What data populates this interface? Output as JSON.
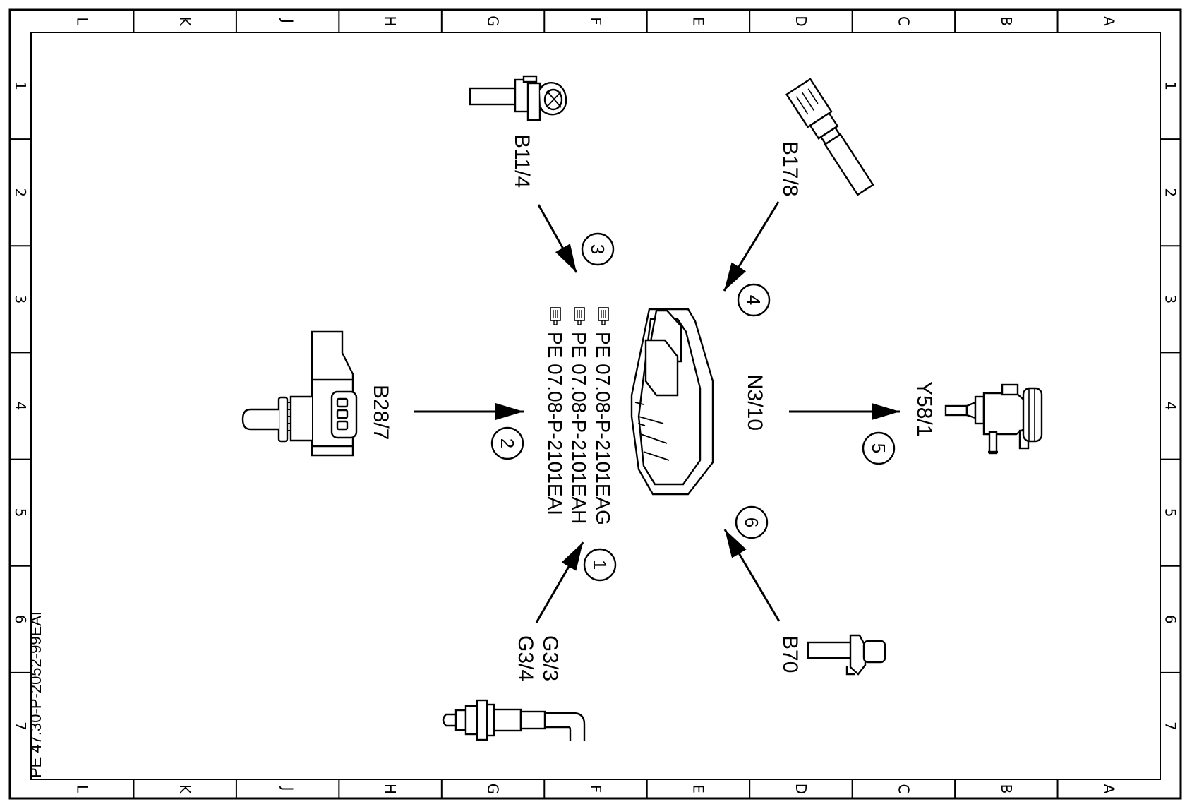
{
  "border": {
    "letters": [
      "L",
      "K",
      "J",
      "H",
      "G",
      "F",
      "E",
      "D",
      "C",
      "B",
      "A"
    ],
    "numbers": [
      "1",
      "2",
      "3",
      "4",
      "5",
      "6",
      "7"
    ]
  },
  "drawing_id": "PE 47.30-P-2052-99EAI",
  "control_unit": {
    "code": "N3/10"
  },
  "references": [
    "PE 07.08-P-2101EAG",
    "PE 07.08-P-2101EAH",
    "PE 07.08-P-2101EAI"
  ],
  "components": {
    "b11_4": "B11/4",
    "b17_8": "B17/8",
    "b28_7": "B28/7",
    "y58_1": "Y58/1",
    "b70": "B70",
    "g3_3": "G3/3",
    "g3_4": "G3/4"
  },
  "callouts": [
    "1",
    "2",
    "3",
    "4",
    "5",
    "6"
  ],
  "colors": {
    "ink": "#000000",
    "paper": "#ffffff"
  },
  "icons": [
    "hand-pointer-icon"
  ]
}
